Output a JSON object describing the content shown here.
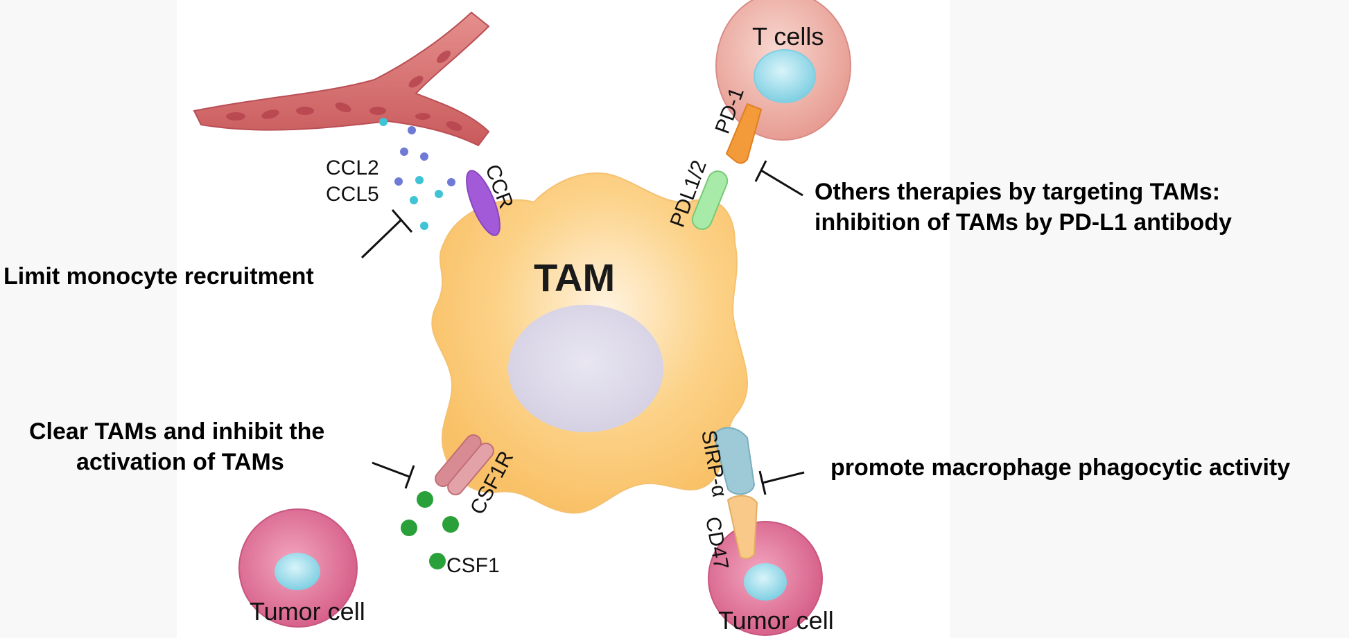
{
  "colors": {
    "tam_fill": "#fcc96e",
    "vessel": "#d9706f",
    "t_cell": "#ebaaa0",
    "tumor_cell": "#d9628a",
    "nucleus_blue": "#8fd6e6",
    "ccr": "#a05ad6",
    "pdl": "#a7e8a5",
    "pd1": "#f39a3a",
    "csf1r": "#d88a90",
    "csf1": "#2aa03a",
    "sirp": "#9ec9d6",
    "cd47": "#f9c98a"
  },
  "labels": {
    "tam": "TAM",
    "t_cells": "T cells",
    "tumor_cell_left": "Tumor cell",
    "tumor_cell_right": "Tumor cell",
    "ccl2": "CCL2",
    "ccl5": "CCL5",
    "ccr": "CCR",
    "pdl": "PDL1/2",
    "pd1": "PD-1",
    "csf1r": "CSF1R",
    "csf1": "CSF1",
    "sirp": "SIRP-α",
    "cd47": "CD47"
  },
  "annotations": {
    "limit_recruitment": "Limit monocyte recruitment",
    "others_line1": "Others therapies by targeting TAMs:",
    "others_line2": "inhibition of TAMs by PD-L1 antibody",
    "clear_line1": "Clear TAMs and inhibit the",
    "clear_line2": "activation of TAMs",
    "promote": "promote macrophage phagocytic activity"
  }
}
